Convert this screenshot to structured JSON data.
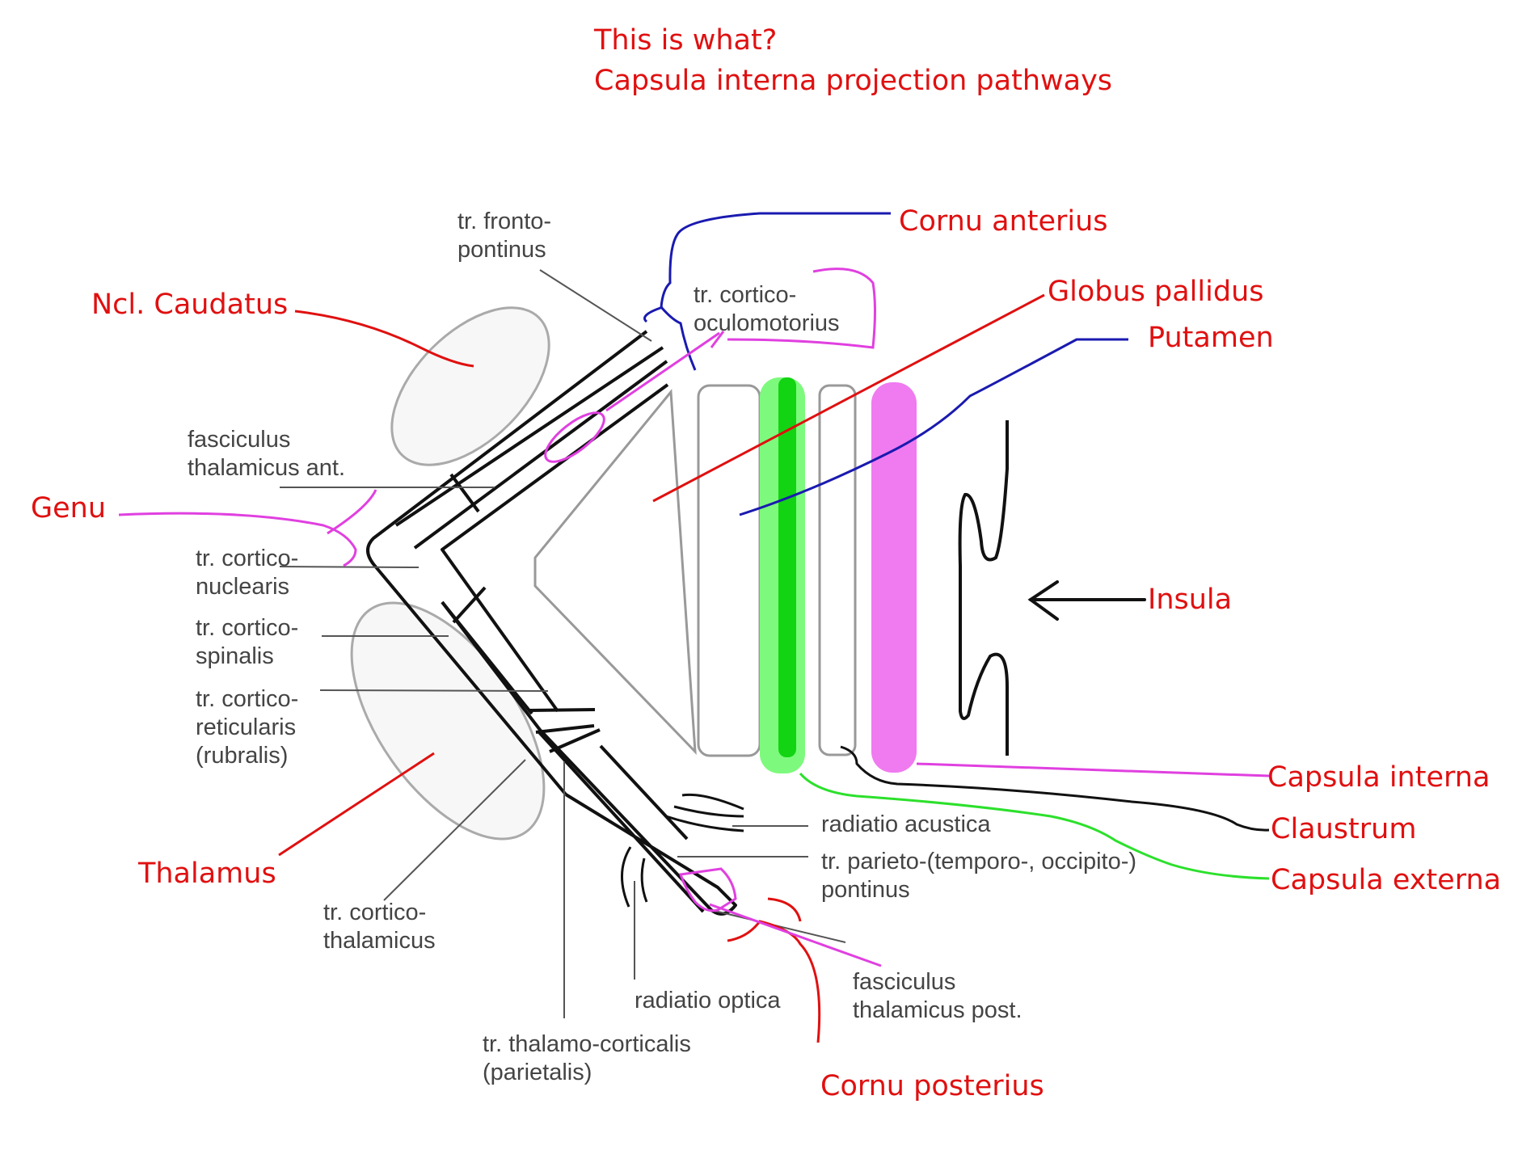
{
  "colors": {
    "ink": "#444444",
    "structure": "#999999",
    "annotation_red": "#e01010",
    "annotation_blue": "#1a1ab0",
    "annotation_magenta": "#e040e0",
    "annotation_green": "#2ce02c",
    "annotation_black": "#111111"
  },
  "question": {
    "line1": "This is what?",
    "line2": "Capsula interna projection pathways"
  },
  "diagram_labels": {
    "fronto_pontinus": [
      "tr. fronto-",
      "pontinus"
    ],
    "cortico_oculomotorius": [
      "tr. cortico-",
      "oculomotorius"
    ],
    "fasciculus_thalamicus_ant": [
      "fasciculus",
      "thalamicus ant."
    ],
    "cortico_nuclearis": [
      "tr. cortico-",
      "nuclearis"
    ],
    "cortico_spinalis": [
      "tr. cortico-",
      "spinalis"
    ],
    "cortico_reticularis": [
      "tr. cortico-",
      "reticularis",
      "(rubralis)"
    ],
    "cortico_thalamicus": [
      "tr. cortico-",
      "thalamicus"
    ],
    "thalamo_corticalis": [
      "tr. thalamo-corticalis",
      "(parietalis)"
    ],
    "radiatio_optica": "radiatio optica",
    "radiatio_acustica": "radiatio acustica",
    "parieto_pontinus": [
      "tr. parieto-(temporo-, occipito-)",
      "pontinus"
    ],
    "fasciculus_thalamicus_post": [
      "fasciculus",
      "thalamicus post."
    ]
  },
  "annotations": {
    "cornu_anterius": "Cornu anterius",
    "globus_pallidus": "Globus pallidus",
    "putamen": "Putamen",
    "ncl_caudatus": "Ncl. Caudatus",
    "genu": "Genu",
    "insula": "Insula",
    "capsula_interna": "Capsula interna",
    "claustrum": "Claustrum",
    "capsula_externa": "Capsula externa",
    "thalamus": "Thalamus",
    "cornu_posterius": "Cornu posterius"
  },
  "highlight_bands": [
    {
      "structure": "capsula_externa",
      "color": "#7dfa7d",
      "core_color": "#12d412"
    },
    {
      "structure": "capsula_interna",
      "color": "#f07af0"
    }
  ]
}
